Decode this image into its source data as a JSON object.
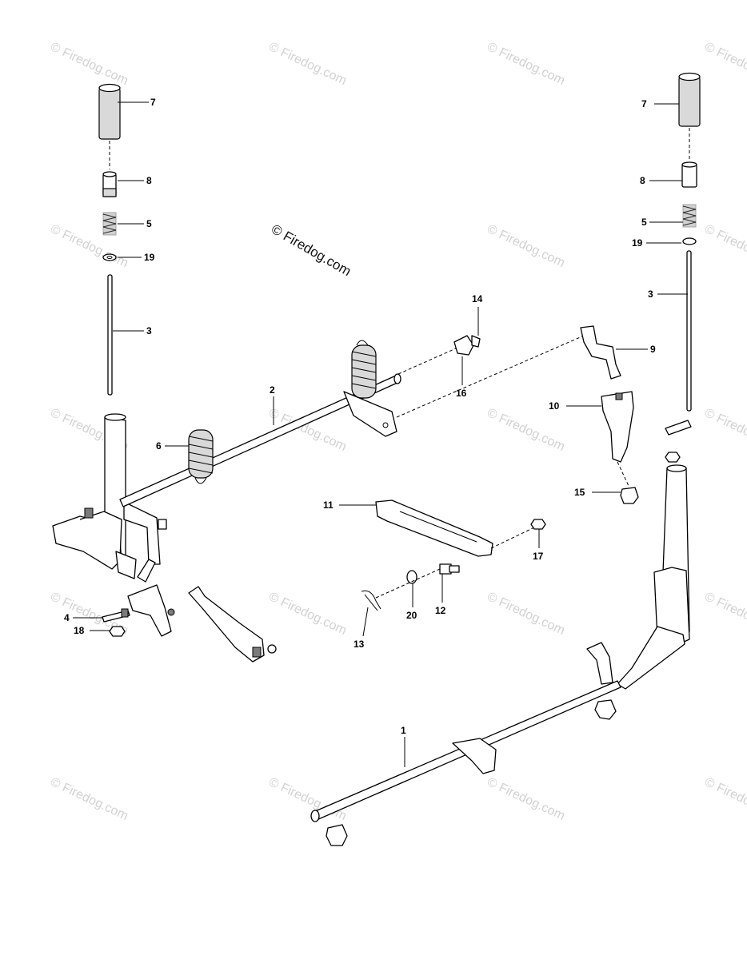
{
  "watermark": {
    "main_text": "© Firedog.com",
    "repeat_text": "© Firedog.com"
  },
  "callouts": [
    {
      "id": "c7l",
      "label": "7"
    },
    {
      "id": "c8l",
      "label": "8"
    },
    {
      "id": "c5l",
      "label": "5"
    },
    {
      "id": "c19l",
      "label": "19"
    },
    {
      "id": "c3l",
      "label": "3"
    },
    {
      "id": "c6",
      "label": "6"
    },
    {
      "id": "c2",
      "label": "2"
    },
    {
      "id": "c4",
      "label": "4"
    },
    {
      "id": "c18",
      "label": "18"
    },
    {
      "id": "c14",
      "label": "14"
    },
    {
      "id": "c16",
      "label": "16"
    },
    {
      "id": "c9",
      "label": "9"
    },
    {
      "id": "c10",
      "label": "10"
    },
    {
      "id": "c15",
      "label": "15"
    },
    {
      "id": "c7r",
      "label": "7"
    },
    {
      "id": "c8r",
      "label": "8"
    },
    {
      "id": "c5r",
      "label": "5"
    },
    {
      "id": "c19r",
      "label": "19"
    },
    {
      "id": "c3r",
      "label": "3"
    },
    {
      "id": "c11",
      "label": "11"
    },
    {
      "id": "c17",
      "label": "17"
    },
    {
      "id": "c12",
      "label": "12"
    },
    {
      "id": "c20",
      "label": "20"
    },
    {
      "id": "c13",
      "label": "13"
    },
    {
      "id": "c1",
      "label": "1"
    }
  ]
}
